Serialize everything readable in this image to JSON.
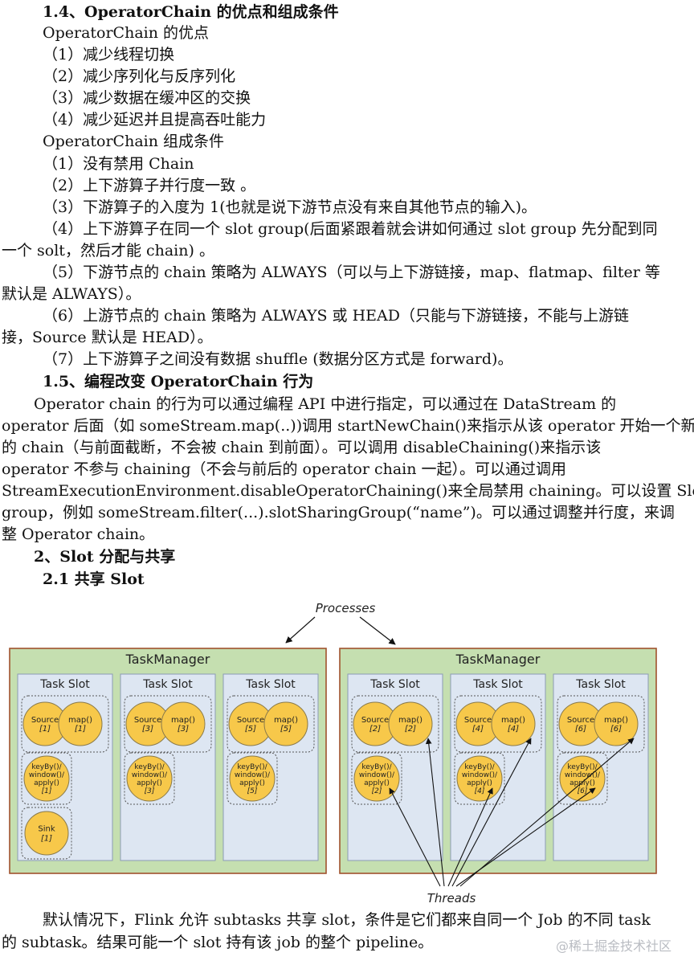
{
  "section_1_4": {
    "heading": "1.4、OperatorChain 的优点和组成条件",
    "advantages_title": "OperatorChain 的优点",
    "advantages": [
      "（1）减少线程切换",
      "（2）减少序列化与反序列化",
      "（3）减少数据在缓冲区的交换",
      "（4）减少延迟并且提高吞吐能力"
    ],
    "conditions_title": "OperatorChain  组成条件",
    "conditions": [
      "（1）没有禁用 Chain",
      "（2）上下游算子并行度一致 。",
      "（3）下游算子的入度为 1(也就是说下游节点没有来自其他节点的输入)。",
      "（4）上下游算子在同一个 slot group(后面紧跟着就会讲如何通过 slot group 先分配到同",
      "一个 solt，然后才能 chain) 。",
      "（5）下游节点的  chain  策略为  ALWAYS（可以与上下游链接，map、flatmap、filter 等",
      "默认是 ALWAYS）。",
      "（6）上游节点的  chain  策略为  ALWAYS  或  HEAD（只能与下游链接，不能与上游链",
      "接，Source 默认是 HEAD）。",
      "（7）上下游算子之间没有数据 shuffle (数据分区方式是  forward)。"
    ]
  },
  "section_1_5": {
    "heading": "1.5、编程改变 OperatorChain 行为",
    "paragraph": [
      "Operator chain 的行为可以通过编程 API 中进行指定，可以通过在 DataStream 的",
      "operator 后面（如 someStream.map(..))调用 startNewChain()来指示从该 operator 开始一个新",
      "的 chain（与前面截断，不会被 chain 到前面）。可以调用 disableChaining()来指示该",
      "operator 不参与 chaining（不会与前后的 operator chain 一起）。可以通过调用",
      "StreamExecutionEnvironment.disableOperatorChaining()来全局禁用 chaining。可以设置 Slot",
      "group，例如 someStream.filter(...).slotSharingGroup(“name”)。可以通过调整并行度，来调",
      "整 Operator chain。"
    ]
  },
  "section_2": {
    "heading": "2、Slot 分配与共享"
  },
  "section_2_1": {
    "heading": "2.1 共享 Slot"
  },
  "diagram": {
    "processes_label": "Processes",
    "threads_label": "Threads",
    "colors": {
      "taskmanager_fill": "#c5dfb0",
      "taskmanager_border": "#a0522d",
      "slot_fill": "#dde6f2",
      "slot_border": "#8a9bb5",
      "circle_fill": "#f7c84a",
      "circle_border": "#8a7a4a"
    },
    "task_managers": [
      {
        "title": "TaskManager",
        "slots": [
          {
            "title": "Task Slot",
            "src": [
              "Source",
              "[1]"
            ],
            "map": [
              "map()",
              "[1]"
            ],
            "kb": [
              "keyBy()/",
              "window()/",
              "apply()",
              "[1]"
            ],
            "sink": [
              "Sink",
              "[1]"
            ]
          },
          {
            "title": "Task Slot",
            "src": [
              "Source",
              "[3]"
            ],
            "map": [
              "map()",
              "[3]"
            ],
            "kb": [
              "keyBy()/",
              "window()/",
              "apply()",
              "[3]"
            ]
          },
          {
            "title": "Task Slot",
            "src": [
              "Source",
              "[5]"
            ],
            "map": [
              "map()",
              "[5]"
            ],
            "kb": [
              "keyBy()/",
              "window()/",
              "apply()",
              "[5]"
            ]
          }
        ]
      },
      {
        "title": "TaskManager",
        "slots": [
          {
            "title": "Task Slot",
            "src": [
              "Source",
              "[2]"
            ],
            "map": [
              "map()",
              "[2]"
            ],
            "kb": [
              "keyBy()/",
              "window()/",
              "apply()",
              "[2]"
            ]
          },
          {
            "title": "Task Slot",
            "src": [
              "Source",
              "[4]"
            ],
            "map": [
              "map()",
              "[4]"
            ],
            "kb": [
              "keyBy()/",
              "window()/",
              "apply()",
              "[4]"
            ]
          },
          {
            "title": "Task Slot",
            "src": [
              "Source",
              "[6]"
            ],
            "map": [
              "map()",
              "[6]"
            ],
            "kb": [
              "keyBy()/",
              "window()/",
              "apply()",
              "[6]"
            ]
          }
        ]
      }
    ]
  },
  "closing": {
    "lines": [
      "默认情况下，Flink  允许 subtasks 共享 slot，条件是它们都来自同一个 Job 的不同 task",
      "的 subtask。结果可能一个 slot 持有该 job 的整个 pipeline。"
    ]
  },
  "watermark": "@稀土掘金技术社区"
}
